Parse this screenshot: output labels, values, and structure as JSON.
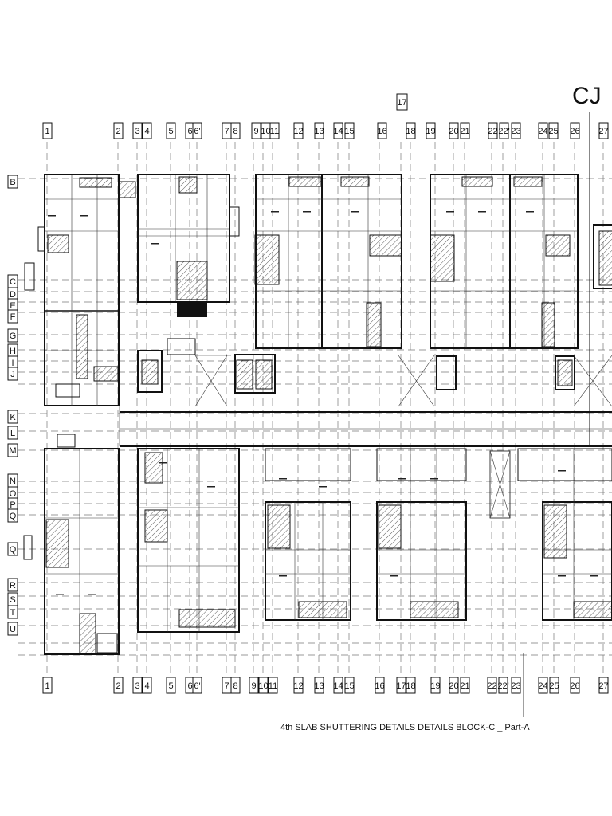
{
  "drawing": {
    "title": "4th  SLAB SHUTTERING DETAILS  DETAILS BLOCK-C _ Part-A",
    "joint_label": "CJ",
    "top_grid_labels": [
      "1",
      "2",
      "3",
      "4",
      "5",
      "6",
      "6'",
      "7",
      "8",
      "9",
      "10",
      "11",
      "12",
      "13",
      "14",
      "15",
      "16",
      "18",
      "19",
      "20",
      "21",
      "22",
      "22'",
      "23",
      "24",
      "25",
      "26",
      "27"
    ],
    "top_extra_label": "17",
    "bottom_grid_labels": [
      "1",
      "2",
      "3",
      "4",
      "5",
      "6",
      "6'",
      "7",
      "8",
      "9",
      "10",
      "11",
      "12",
      "13",
      "14",
      "15",
      "16",
      "17",
      "18",
      "19",
      "20",
      "21",
      "22",
      "22'",
      "23",
      "24",
      "25",
      "26",
      "27"
    ],
    "row_labels": [
      "B",
      "C",
      "D",
      "E",
      "F",
      "G",
      "H",
      "I",
      "J",
      "K",
      "L",
      "M",
      "N",
      "O",
      "P",
      "Q",
      "Q",
      "R",
      "S",
      "T",
      "U"
    ]
  }
}
